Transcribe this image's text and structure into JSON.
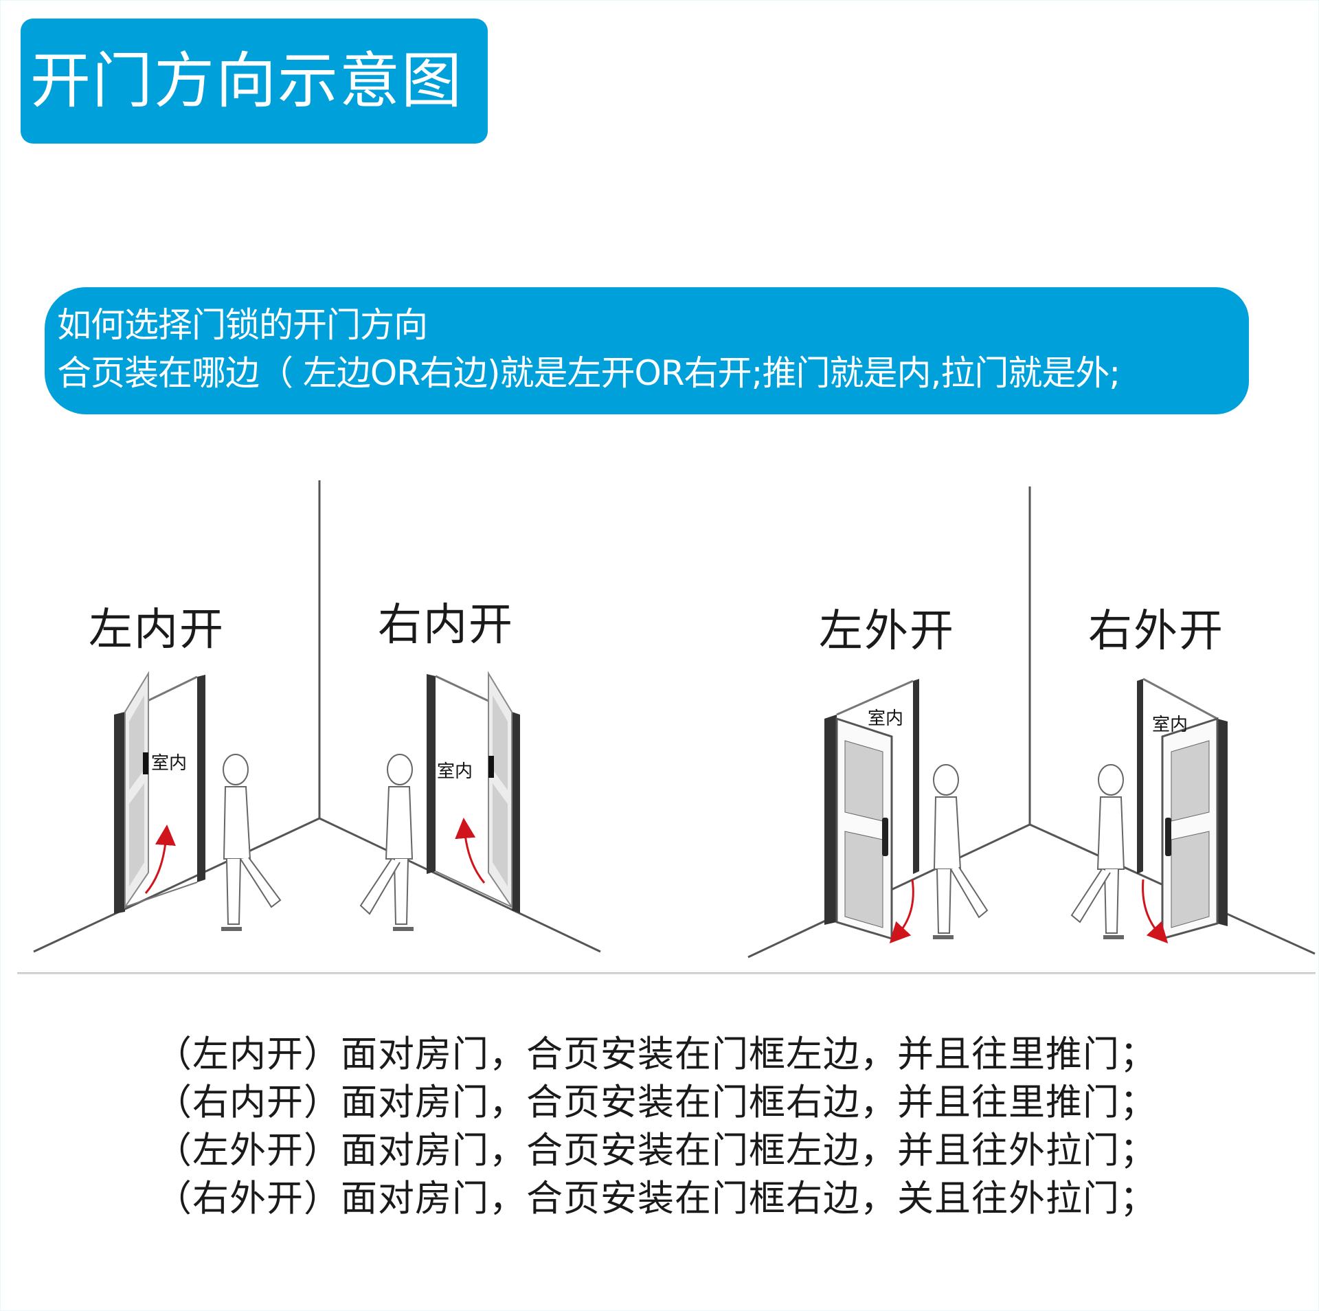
{
  "title": "开门方向示意图",
  "banner": {
    "line1": "如何选择门锁的开门方向",
    "line2": "合页装在哪边（ 左边OR右边)就是左开OR右开;推门就是内,拉门就是外;"
  },
  "panels": [
    {
      "label": "左内开",
      "room_label": "室内",
      "hinge": "left",
      "swing": "inward",
      "arrow_color": "#d0141b"
    },
    {
      "label": "右内开",
      "room_label": "室内",
      "hinge": "right",
      "swing": "inward",
      "arrow_color": "#d0141b"
    },
    {
      "label": "左外开",
      "room_label": "室内",
      "hinge": "left",
      "swing": "outward",
      "arrow_color": "#d0141b"
    },
    {
      "label": "右外开",
      "room_label": "室内",
      "hinge": "right",
      "swing": "outward",
      "arrow_color": "#d0141b"
    }
  ],
  "descriptions": [
    "（左内开）面对房门，合页安装在门框左边，并且往里推门；",
    "（右内开）面对房门，合页安装在门框右边，并且往里推门；",
    "（左外开）面对房门，合页安装在门框左边，并且往外拉门；",
    "（右外开）面对房门，合页安装在门框右边，关且往外拉门；"
  ],
  "colors": {
    "accent": "#00a0da",
    "text": "#1a1a1a",
    "arrow": "#d0141b",
    "line": "#555555"
  }
}
